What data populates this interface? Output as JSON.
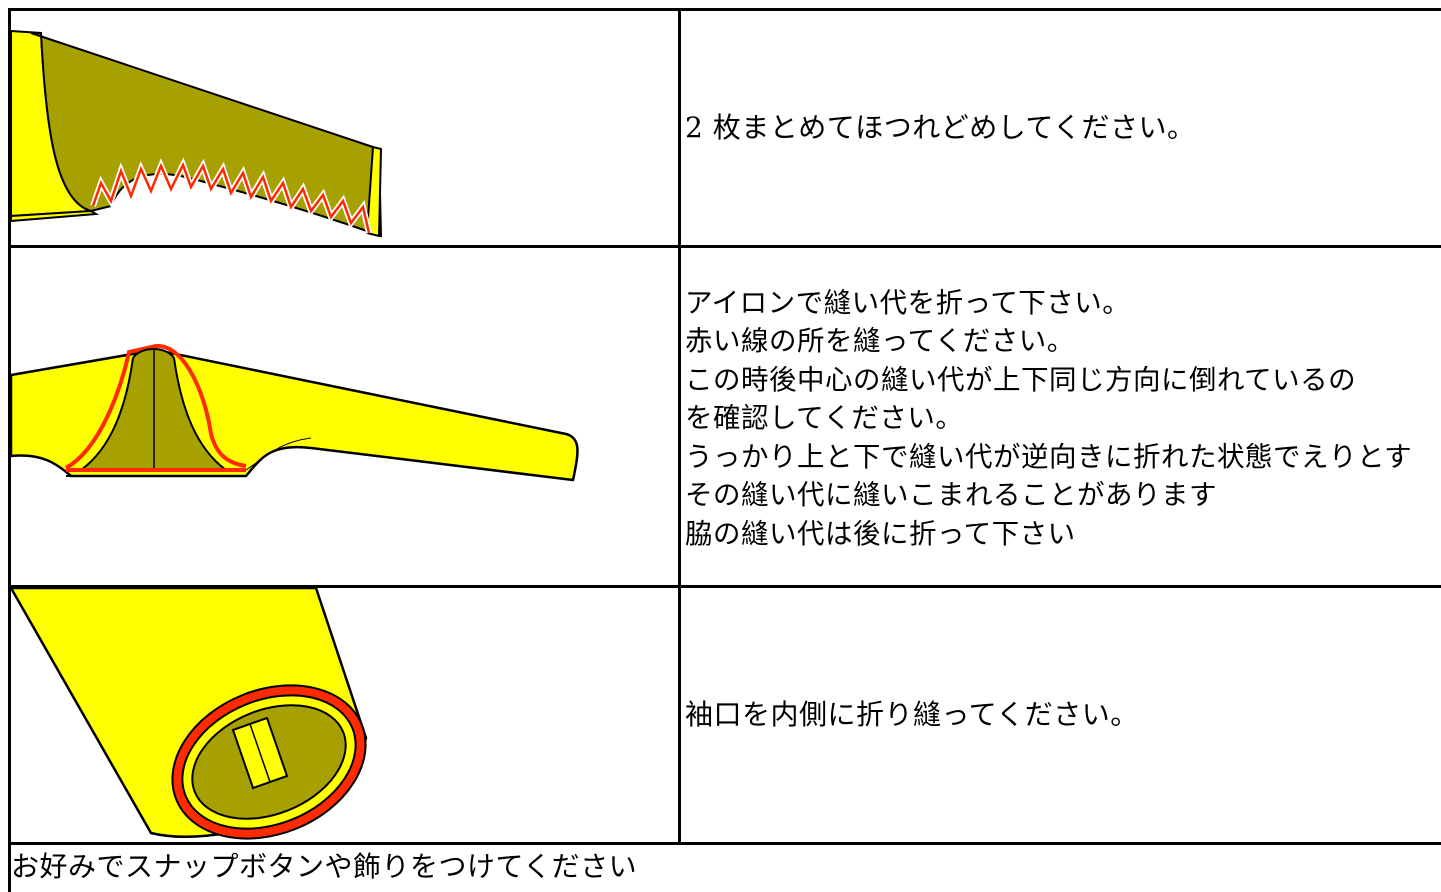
{
  "rows": [
    {
      "text": "2 枚まとめてほつれどめしてください。",
      "image": "collar-overlock-illustration"
    },
    {
      "lines": [
        "アイロンで縫い代を折って下さい。",
        "赤い線の所を縫ってください。",
        "この時後中心の縫い代が上下同じ方向に倒れているの",
        "を確認してください。",
        "うっかり上と下で縫い代が逆向きに折れた状態でえりとす",
        "その縫い代に縫いこまれることがあります",
        "脇の縫い代は後に折って下さい"
      ],
      "image": "folded-seam-allowance-illustration"
    },
    {
      "text": "袖口を内側に折り縫ってください。",
      "image": "sleeve-cuff-illustration"
    }
  ],
  "footer": {
    "text": "お好みでスナップボタンや飾りをつけてください"
  },
  "colors": {
    "yellow": "#ffff00",
    "olive": "#a6a000",
    "stitch_red": "#ff2a00",
    "border": "#000000"
  }
}
